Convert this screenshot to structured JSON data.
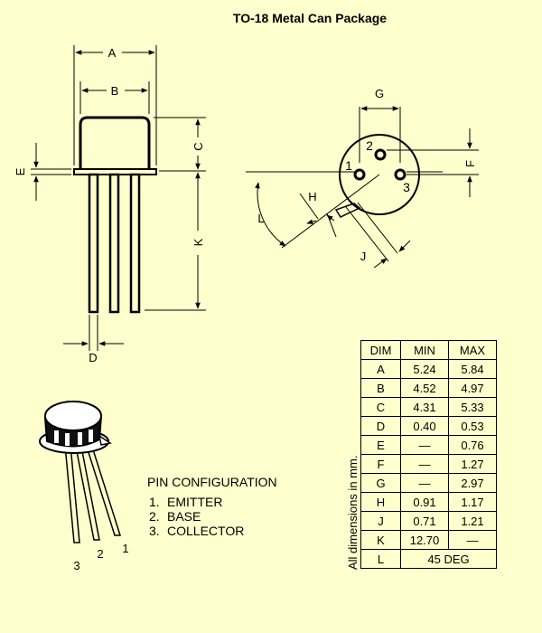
{
  "title": "TO-18 Metal Can Package",
  "side_view": {
    "labels": {
      "A": "A",
      "B": "B",
      "C": "C",
      "E": "E",
      "K": "K",
      "D": "D"
    }
  },
  "bottom_view": {
    "labels": {
      "G": "G",
      "F": "F",
      "H": "H",
      "L": "L",
      "J": "J",
      "pin1": "1",
      "pin2": "2",
      "pin3": "3"
    }
  },
  "perspective": {
    "lead_labels": [
      "3",
      "2",
      "1"
    ]
  },
  "pin_configuration": {
    "heading": "PIN CONFIGURATION",
    "pins": [
      {
        "num": "1.",
        "name": "EMITTER"
      },
      {
        "num": "2.",
        "name": "BASE"
      },
      {
        "num": "3.",
        "name": "COLLECTOR"
      }
    ]
  },
  "units_note": "All dimensions in mm.",
  "dimension_table": {
    "headers": [
      "DIM",
      "MIN",
      "MAX"
    ],
    "rows": [
      [
        "A",
        "5.24",
        "5.84"
      ],
      [
        "B",
        "4.52",
        "4.97"
      ],
      [
        "C",
        "4.31",
        "5.33"
      ],
      [
        "D",
        "0.40",
        "0.53"
      ],
      [
        "E",
        "—",
        "0.76"
      ],
      [
        "F",
        "—",
        "1.27"
      ],
      [
        "G",
        "—",
        "2.97"
      ],
      [
        "H",
        "0.91",
        "1.17"
      ],
      [
        "J",
        "0.71",
        "1.21"
      ],
      [
        "K",
        "12.70",
        "—"
      ],
      [
        "L",
        "45 DEG",
        ""
      ]
    ]
  },
  "colors": {
    "background": "#FEFFCC",
    "ink": "#000000",
    "can_highlight": "#FFFFFF"
  }
}
